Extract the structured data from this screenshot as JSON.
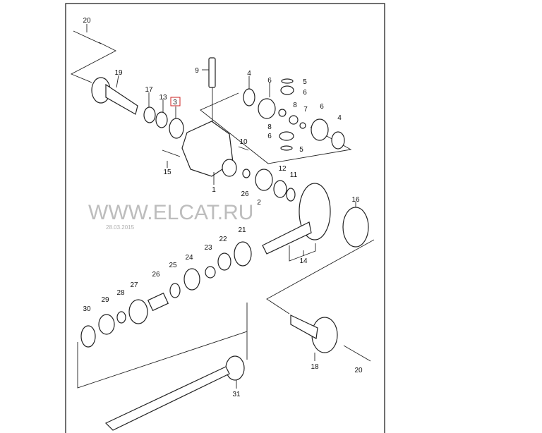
{
  "diagram": {
    "watermark": "WWW.ELCAT.RU",
    "date_watermark": "28.03.2015",
    "highlighted_label": "3",
    "highlight_color": "#cc2222",
    "labels": {
      "l20a": "20",
      "l19": "19",
      "l17": "17",
      "l13": "13",
      "l3": "3",
      "l9": "9",
      "l4a": "4",
      "l6a": "6",
      "l5a": "5",
      "l6b": "6",
      "l8a": "8",
      "l7": "7",
      "l6c": "6",
      "l4b": "4",
      "l8b": "8",
      "l6d": "6",
      "l5b": "5",
      "l10": "10",
      "l15": "15",
      "l1": "1",
      "l26a": "26",
      "l2": "2",
      "l12": "12",
      "l11": "11",
      "l16": "16",
      "l21": "21",
      "l22": "22",
      "l23": "23",
      "l24": "24",
      "l25": "25",
      "l26b": "26",
      "l27": "27",
      "l28": "28",
      "l29": "29",
      "l30": "30",
      "l14": "14",
      "l18": "18",
      "l20b": "20",
      "l31": "31"
    }
  }
}
